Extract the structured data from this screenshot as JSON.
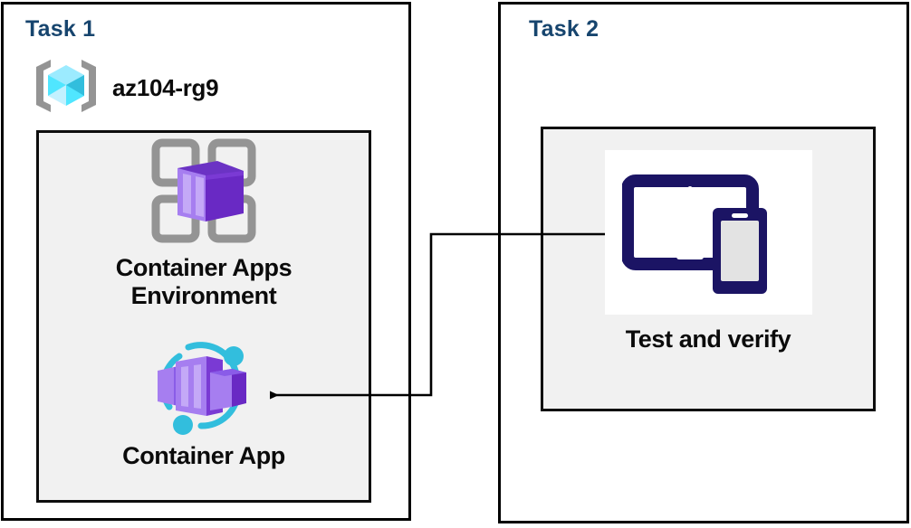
{
  "diagram": {
    "background_color": "#ffffff",
    "panel_border_color": "#000000",
    "inner_box_fill": "#f1f1f1",
    "title_color": "#17456e",
    "caption_color": "#0b0b0b"
  },
  "task1": {
    "title": "Task 1",
    "resource_group": {
      "label": "az104-rg9",
      "icon": "resource-group-icon",
      "icon_cube_color": "#50e6ff",
      "icon_bracket_color": "#949494"
    },
    "items": [
      {
        "caption": "Container Apps\nEnvironment",
        "icon": "container-apps-environment-icon",
        "icon_accent_color": "#7a4ddb",
        "icon_grid_color": "#949494"
      },
      {
        "caption": "Container App",
        "icon": "container-app-icon",
        "icon_accent_color": "#7a4ddb",
        "icon_ring_color": "#32bedd"
      }
    ]
  },
  "task2": {
    "title": "Task 2",
    "items": [
      {
        "caption": "Test and verify",
        "icon": "devices-tablet-phone-icon",
        "icon_color": "#1b1464",
        "icon_bg": "#ffffff"
      }
    ]
  },
  "connector": {
    "name": "test-to-container-app-arrow",
    "color": "#000000",
    "direction": "from-test-and-verify-to-container-app",
    "arrowhead": "left"
  }
}
